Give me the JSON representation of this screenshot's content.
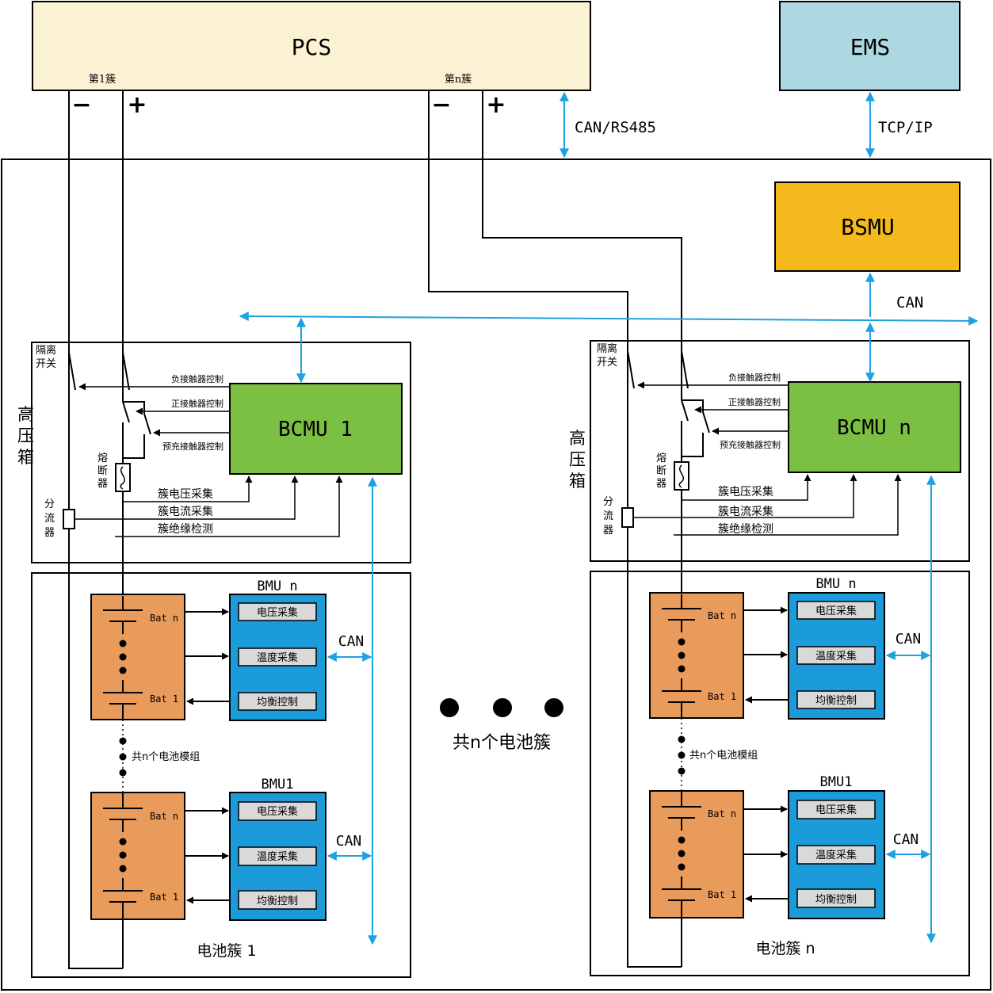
{
  "top": {
    "pcs": "PCS",
    "ems": "EMS",
    "cluster1_port": "第1簇",
    "clustern_port": "第n簇",
    "minus": "−",
    "plus": "+",
    "pcs_link": "CAN/RS485",
    "ems_link": "TCP/IP"
  },
  "bsmu": {
    "label": "BSMU",
    "link": "CAN"
  },
  "clusters": [
    {
      "hv": {
        "title": "高压箱",
        "isolator": "隔离开关",
        "fuse": "熔断器",
        "shunt": "分流器",
        "neg_ctrl": "负接触器控制",
        "pos_ctrl": "正接触器控制",
        "pre_ctrl": "预充接触器控制",
        "volt_sample": "簇电压采集",
        "curr_sample": "簇电流采集",
        "insul": "簇绝缘检测",
        "bcmu": "BCMU 1"
      },
      "modules": [
        {
          "bmu": "BMU n",
          "bat_top": "Bat n",
          "bat_bottom": "Bat 1",
          "volt": "电压采集",
          "temp": "温度采集",
          "bal": "均衡控制",
          "can": "CAN"
        },
        {
          "bmu": "BMU1",
          "bat_top": "Bat n",
          "bat_bottom": "Bat 1",
          "volt": "电压采集",
          "temp": "温度采集",
          "bal": "均衡控制",
          "can": "CAN"
        }
      ],
      "module_count": "共n个电池模组",
      "footer": "电池簇 1"
    },
    {
      "hv": {
        "title": "高压箱",
        "isolator": "隔离开关",
        "fuse": "熔断器",
        "shunt": "分流器",
        "neg_ctrl": "负接触器控制",
        "pos_ctrl": "正接触器控制",
        "pre_ctrl": "预充接触器控制",
        "volt_sample": "簇电压采集",
        "curr_sample": "簇电流采集",
        "insul": "簇绝缘检测",
        "bcmu": "BCMU n"
      },
      "modules": [
        {
          "bmu": "BMU n",
          "bat_top": "Bat n",
          "bat_bottom": "Bat 1",
          "volt": "电压采集",
          "temp": "温度采集",
          "bal": "均衡控制",
          "can": "CAN"
        },
        {
          "bmu": "BMU1",
          "bat_top": "Bat n",
          "bat_bottom": "Bat 1",
          "volt": "电压采集",
          "temp": "温度采集",
          "bal": "均衡控制",
          "can": "CAN"
        }
      ],
      "module_count": "共n个电池模组",
      "footer": "电池簇 n"
    }
  ],
  "middle": {
    "caption": "共n个电池簇"
  },
  "colors": {
    "pcs_fill": "#FBF1D3",
    "ems_fill": "#ADD8E1",
    "bsmu_fill": "#F5B81D",
    "bcmu_fill": "#7CC043",
    "bat_fill": "#E99B5C",
    "bmu_fill": "#1C9BDB",
    "chip_fill": "#D9D9D9",
    "bus_blue": "#1DA1E0",
    "line": "#000000"
  }
}
